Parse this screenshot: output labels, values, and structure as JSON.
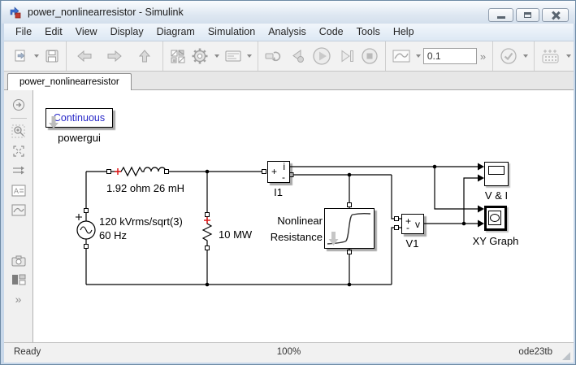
{
  "window": {
    "title": "power_nonlinearresistor - Simulink"
  },
  "menu": {
    "items": [
      "File",
      "Edit",
      "View",
      "Display",
      "Diagram",
      "Simulation",
      "Analysis",
      "Code",
      "Tools",
      "Help"
    ]
  },
  "toolbar": {
    "stop_time": "0.1",
    "overflow": "»"
  },
  "tab": {
    "label": "power_nonlinearresistor"
  },
  "palette": {
    "more": "»"
  },
  "blocks": {
    "powergui": {
      "text": "Continuous",
      "label": "powergui"
    },
    "rl": {
      "label": "1.92 ohm 26 mH"
    },
    "source": {
      "label1": "120 kVrms/sqrt(3)",
      "label2": "60 Hz"
    },
    "load": {
      "label": "10 MW"
    },
    "i1": {
      "plus": "+",
      "sym": "i",
      "minus": "-",
      "label": "I1"
    },
    "nonlinear": {
      "label1": "Nonlinear",
      "label2": "Resistance"
    },
    "v1": {
      "plus": "+",
      "sym": "v",
      "minus": "-",
      "label": "V1"
    },
    "vi": {
      "label": "V & I"
    },
    "xy": {
      "label": "XY Graph"
    }
  },
  "status": {
    "left": "Ready",
    "zoom": "100%",
    "solver": "ode23tb"
  },
  "colors": {
    "block_text_blue": "#2727c8",
    "polarity_red": "#e01818"
  }
}
